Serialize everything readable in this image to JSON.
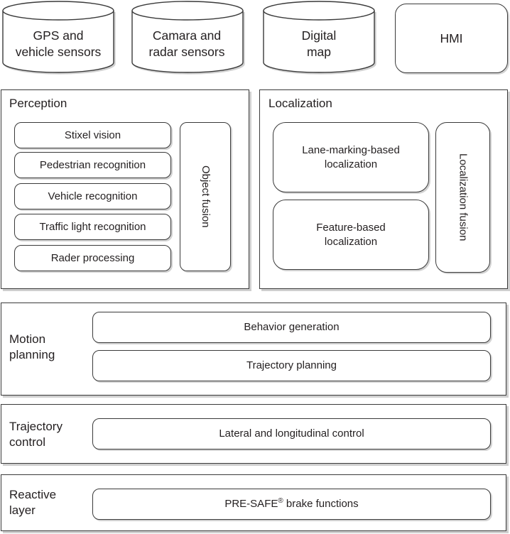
{
  "data_sources": [
    {
      "label_line1": "GPS and",
      "label_line2": "vehicle sensors",
      "shape": "cylinder"
    },
    {
      "label_line1": "Camara and",
      "label_line2": "radar sensors",
      "shape": "cylinder"
    },
    {
      "label_line1": "Digital",
      "label_line2": "map",
      "shape": "cylinder"
    },
    {
      "label_line1": "HMI",
      "label_line2": "",
      "shape": "rounded-box"
    }
  ],
  "perception": {
    "title": "Perception",
    "modules": [
      "Stixel vision",
      "Pedestrian recognition",
      "Vehicle recognition",
      "Traffic light recognition",
      "Rader processing"
    ],
    "fusion": "Object fusion"
  },
  "localization": {
    "title": "Localization",
    "modules": [
      {
        "line1": "Lane-marking-based",
        "line2": "localization"
      },
      {
        "line1": "Feature-based",
        "line2": "localization"
      }
    ],
    "fusion": "Localization fusion"
  },
  "motion_planning": {
    "title_line1": "Motion",
    "title_line2": "planning",
    "modules": [
      "Behavior generation",
      "Trajectory planning"
    ]
  },
  "trajectory_control": {
    "title_line1": "Trajectory",
    "title_line2": "control",
    "modules": [
      "Lateral and longitudinal control"
    ]
  },
  "reactive_layer": {
    "title_line1": "Reactive",
    "title_line2": "layer",
    "module_prefix": "PRE-SAFE",
    "module_superscript": "®",
    "module_suffix": " brake functions"
  }
}
